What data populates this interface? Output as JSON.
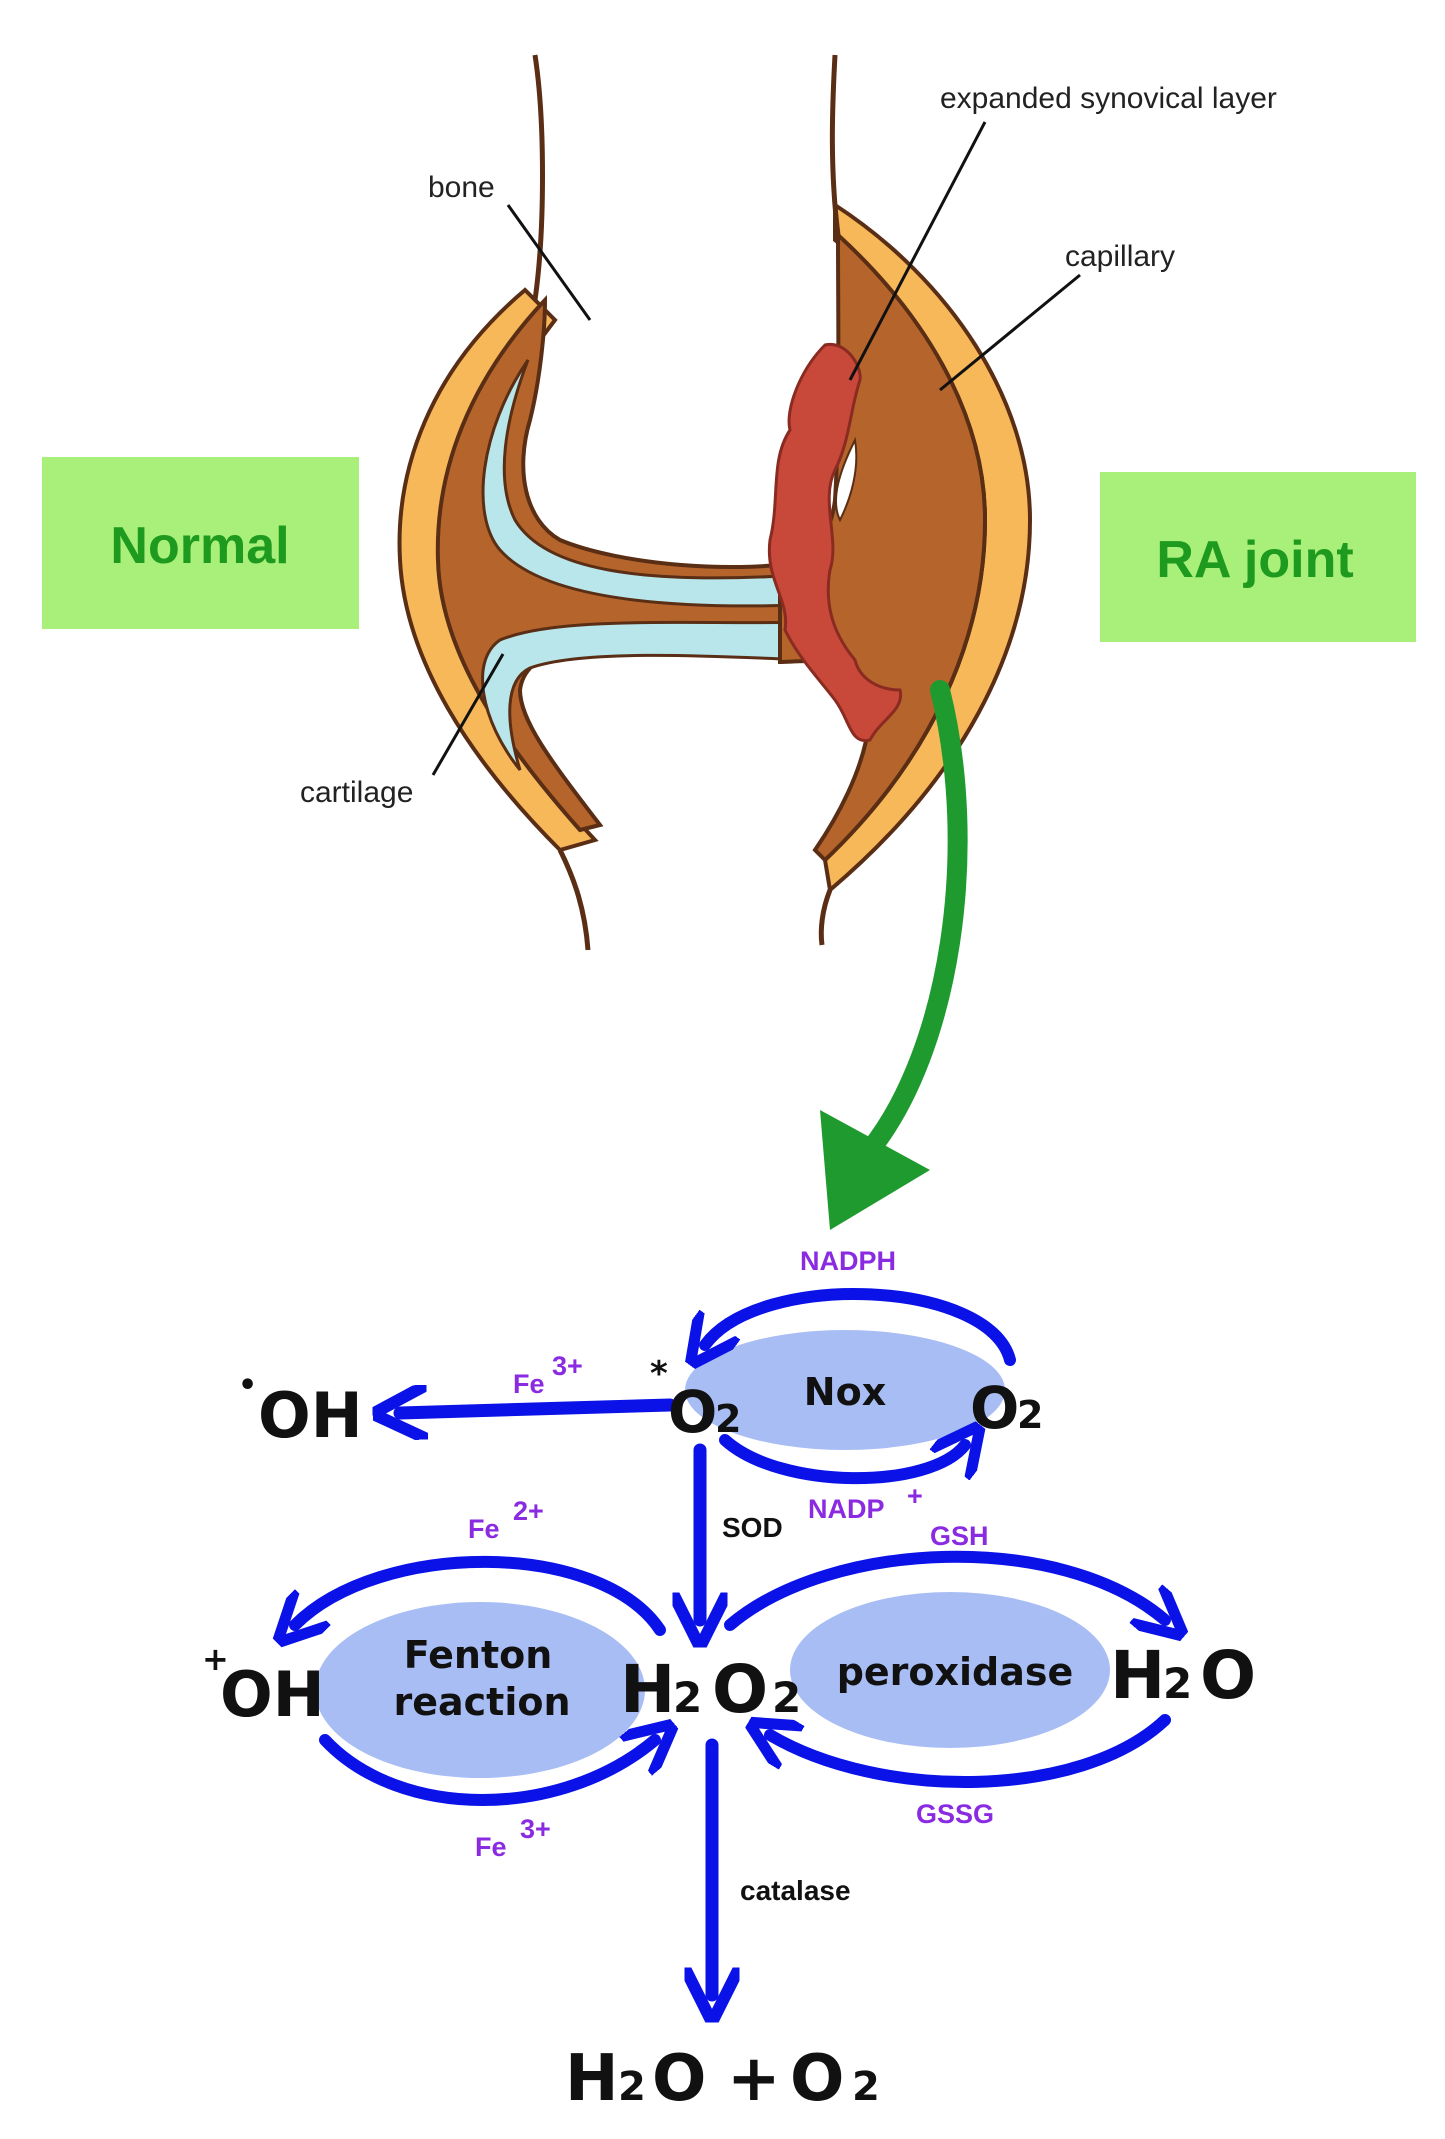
{
  "anatomy": {
    "bone": "bone",
    "synovial": "expanded synovical layer",
    "capillary": "capillary",
    "cartilage": "cartilage"
  },
  "boxes": {
    "normal": "Normal",
    "ra_joint": "RA joint"
  },
  "pathway": {
    "superoxide_star": "*",
    "superoxide": "O",
    "oxygen": "O",
    "sub2": "2",
    "hydroxyl_dot": "•",
    "hydroxyl": "OH",
    "hydroxyl_plus": "+",
    "hydroxyl2": "OH",
    "h2o2_h": "H",
    "h2o2_o": "O",
    "water_h": "H",
    "water_o": "O",
    "final_h": "H",
    "final_o1": "O",
    "final_plus": "+",
    "final_o2": "O",
    "nox": "Nox",
    "fenton_1": "Fenton",
    "fenton_2": "reaction",
    "peroxidase": "peroxidase",
    "sod": "SOD",
    "catalase": "catalase",
    "nadph": "NADPH",
    "nadp": "NADP",
    "nadp_sup": "+",
    "fe_top": "Fe",
    "fe_top_sup": "3+",
    "fe_mid": "Fe",
    "fe_mid_sup": "2+",
    "fe_bot": "Fe",
    "fe_bot_sup": "3+",
    "gsh": "GSH",
    "gssg": "GSSG"
  },
  "colors": {
    "arrow_blue": "#0a12e8",
    "arrow_green": "#1f9a2f",
    "oval_fill": "#a9bdf5",
    "box_fill": "#a8f07a",
    "box_text": "#1e9a1e",
    "cofactor_text": "#8a2be2",
    "bone_fill": "#b5652b",
    "cartilage_fill": "#b8e6ea",
    "capsule_fill": "#f7b85a",
    "synovium_fill": "#c8483a"
  },
  "icons": {
    "joint": "knee-joint-illustration",
    "arrow": "green-curved-arrow"
  }
}
